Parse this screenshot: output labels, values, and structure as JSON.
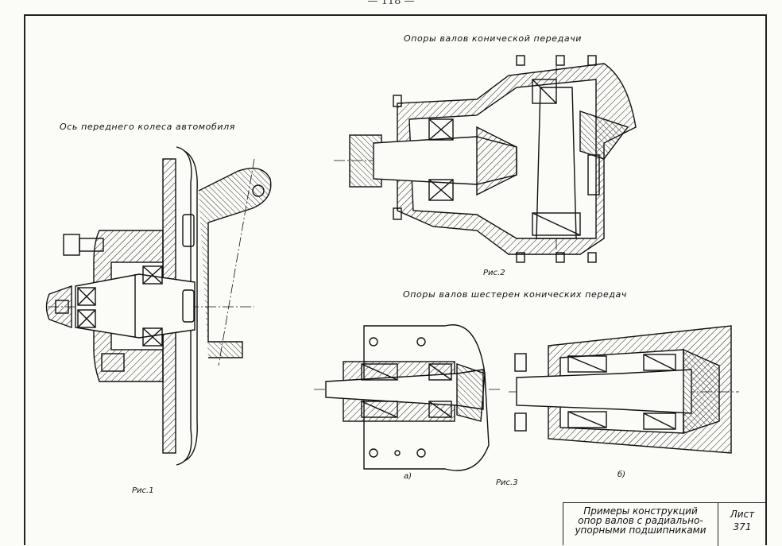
{
  "page_number": "— 118 —",
  "captions": {
    "front_axle": "Ось переднего колеса автомобиля",
    "bevel_supports": "Опоры валов конической передачи",
    "bevel_gear_shafts": "Опоры валов шестерен конических передач"
  },
  "figures": {
    "fig1": "Рис.1",
    "fig2": "Рис.2",
    "fig3": "Рис.3",
    "sub_a": "а)",
    "sub_b": "б)"
  },
  "title_block": {
    "title_lines": [
      "Примеры конструкций",
      "опор валов с радиально-",
      "упорными подшипниками"
    ],
    "sheet_label": "Лист",
    "sheet_number": "371"
  }
}
